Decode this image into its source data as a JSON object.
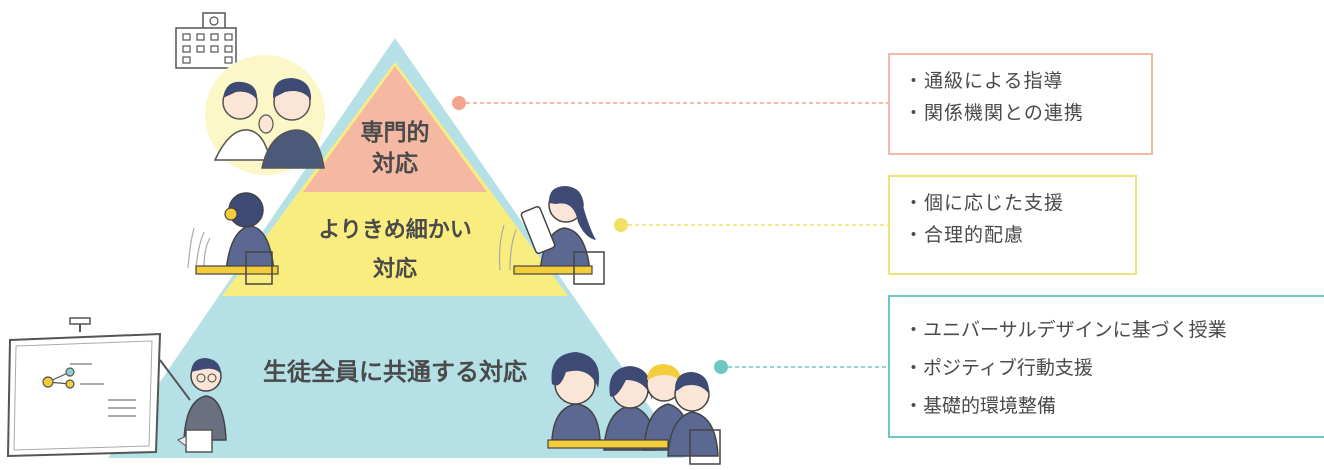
{
  "colors": {
    "top": "#f4a38c",
    "middle": "#f1e162",
    "bottom": "#6dc8c4",
    "pyramid_outline": "#b2e0e6",
    "middle_fill": "#faed7f",
    "top_fill": "#f5b9a3",
    "bottom_fill": "#b5e1e6"
  },
  "tiers": {
    "top": {
      "label_lines": [
        "専門的",
        "対応"
      ],
      "items": [
        "通級による指導",
        "関係機関との連携"
      ],
      "figures": [
        "school-building-icon",
        "teacher-consultation-illustration"
      ]
    },
    "middle": {
      "label_lines": [
        "よりきめ細かい",
        "対応"
      ],
      "items": [
        "個に応じた支援",
        "合理的配慮"
      ],
      "figures": [
        "student-with-headphones-illustration",
        "student-with-tablet-illustration"
      ]
    },
    "bottom": {
      "label_lines": [
        "生徒全員に共通する対応"
      ],
      "items": [
        "ユニバーサルデザインに基づく授業",
        "ポジティブ行動支援",
        "基礎的環境整備"
      ],
      "figures": [
        "teacher-at-screen-illustration",
        "students-group-illustration"
      ]
    }
  }
}
